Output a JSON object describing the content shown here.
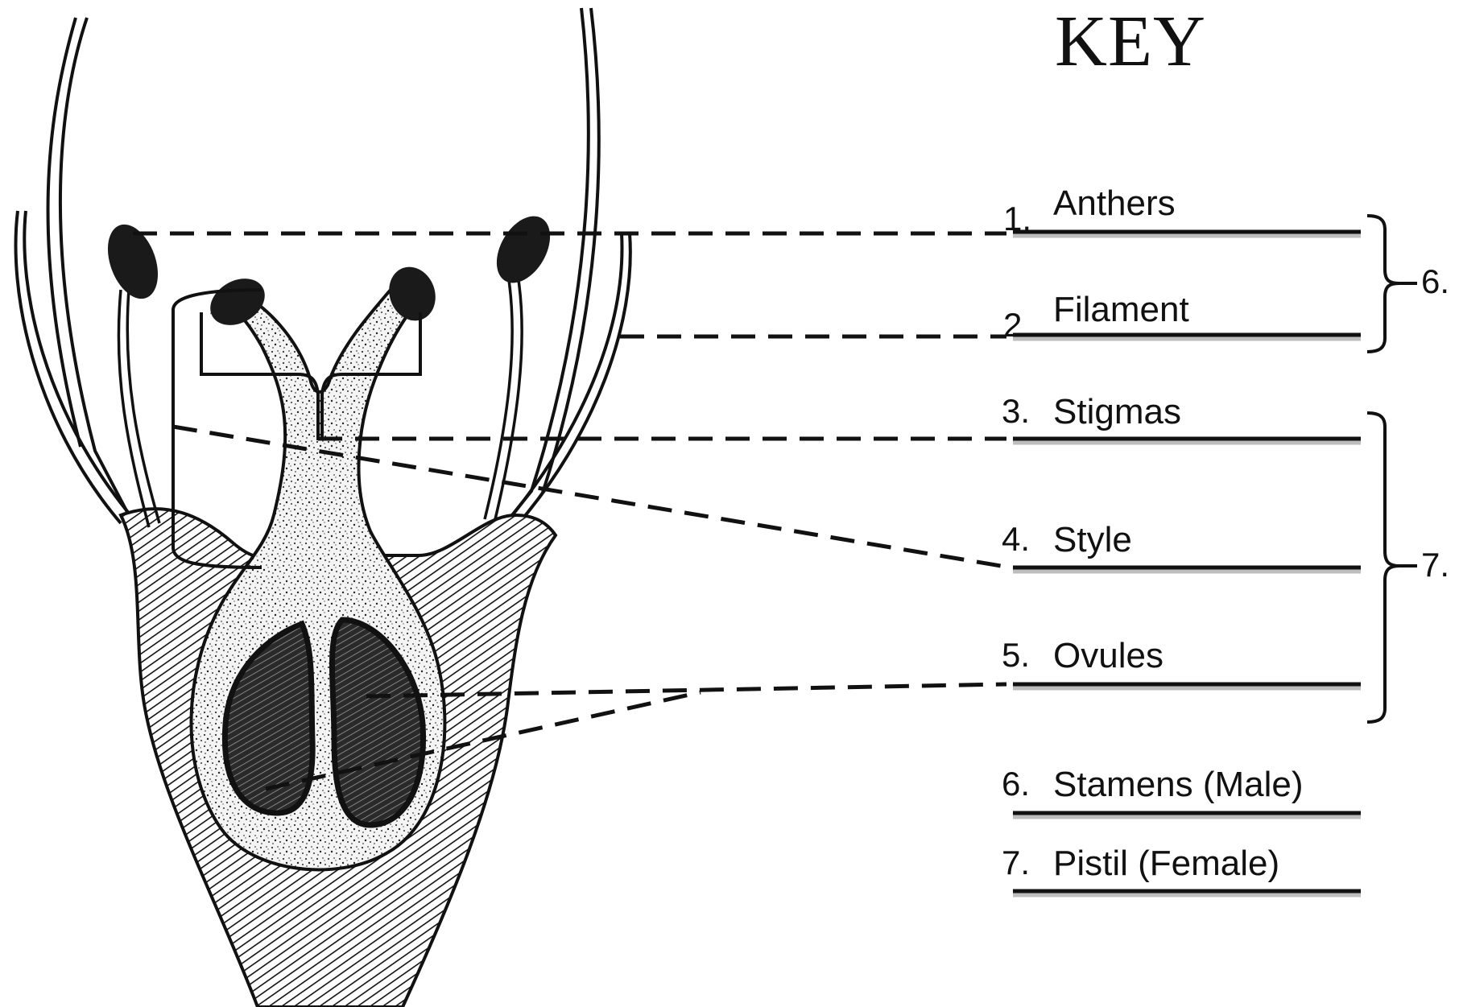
{
  "key": {
    "title": "KEY",
    "items": [
      {
        "num": "1.",
        "label": "Anthers"
      },
      {
        "num": "2.",
        "label": "Filament"
      },
      {
        "num": "3.",
        "label": "Stigmas"
      },
      {
        "num": "4.",
        "label": "Style"
      },
      {
        "num": "5.",
        "label": "Ovules"
      },
      {
        "num": "6.",
        "label": "Stamens (Male)"
      },
      {
        "num": "7.",
        "label": "Pistil (Female)"
      }
    ],
    "group_labels": [
      "6.",
      "7."
    ]
  }
}
